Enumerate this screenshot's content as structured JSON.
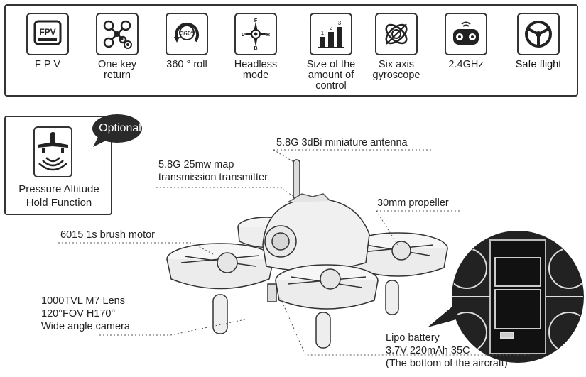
{
  "features": [
    {
      "icon": "fpv-icon",
      "label": "F P V"
    },
    {
      "icon": "one-key-return-icon",
      "label": "One key return"
    },
    {
      "icon": "roll-360-icon",
      "label": "360 ° roll",
      "badge": "360°"
    },
    {
      "icon": "headless-mode-icon",
      "label": "Headless\nmode",
      "compass": {
        "n": "F",
        "w": "L",
        "e": "R",
        "s": "B"
      }
    },
    {
      "icon": "control-amount-icon",
      "label": "Size of the\namount of control",
      "steps": [
        "1",
        "2",
        "3"
      ]
    },
    {
      "icon": "gyroscope-icon",
      "label": "Six axis\ngyroscope"
    },
    {
      "icon": "remote-controller-icon",
      "label": "2.4GHz"
    },
    {
      "icon": "steering-wheel-icon",
      "label": "Safe flight"
    }
  ],
  "optional": {
    "bubble": "Optional",
    "label": "Pressure Altitude\nHold Function",
    "icon": "altitude-hold-icon"
  },
  "callouts": {
    "antenna": "5.8G 3dBi miniature antenna",
    "transmitter": "5.8G 25mw map\ntransmission transmitter",
    "propeller": "30mm propeller",
    "motor": "6015 1s brush motor",
    "camera": "1000TVL M7 Lens\n120°FOV H170°\nWide angle camera",
    "battery": "Lipo battery\n3.7V 220mAh 35C\n(The bottom of the aircraft)"
  }
}
